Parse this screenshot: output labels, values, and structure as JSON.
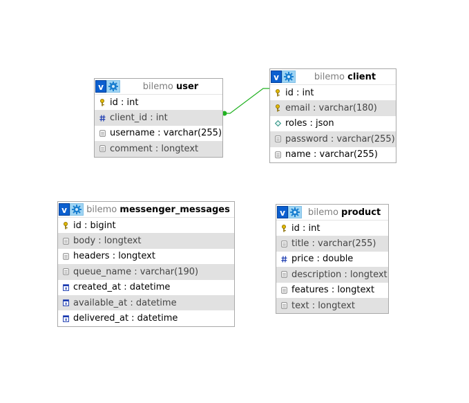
{
  "colors": {
    "link": "#22b222",
    "header_v": "#0b5fcf",
    "header_gear": "#9fd4f3",
    "alt_row": "#e1e1e1"
  },
  "header_v_label": "v",
  "tables": {
    "user": {
      "db": "bilemo",
      "name": "user",
      "rows": [
        {
          "text": "id : int",
          "icon": "key-icon"
        },
        {
          "text": "client_id : int",
          "icon": "hash-icon"
        },
        {
          "text": "username : varchar(255)",
          "icon": "column-icon"
        },
        {
          "text": "comment : longtext",
          "icon": "column-icon"
        }
      ]
    },
    "client": {
      "db": "bilemo",
      "name": "client",
      "rows": [
        {
          "text": "id : int",
          "icon": "key-icon"
        },
        {
          "text": "email : varchar(180)",
          "icon": "key-icon"
        },
        {
          "text": "roles : json",
          "icon": "diamond-icon"
        },
        {
          "text": "password : varchar(255)",
          "icon": "column-icon"
        },
        {
          "text": "name : varchar(255)",
          "icon": "column-icon"
        }
      ]
    },
    "messenger_messages": {
      "db": "bilemo",
      "name": "messenger_messages",
      "rows": [
        {
          "text": "id : bigint",
          "icon": "key-icon"
        },
        {
          "text": "body : longtext",
          "icon": "column-icon"
        },
        {
          "text": "headers : longtext",
          "icon": "column-icon"
        },
        {
          "text": "queue_name : varchar(190)",
          "icon": "column-icon"
        },
        {
          "text": "created_at : datetime",
          "icon": "calendar-icon"
        },
        {
          "text": "available_at : datetime",
          "icon": "calendar-icon"
        },
        {
          "text": "delivered_at : datetime",
          "icon": "calendar-icon"
        }
      ]
    },
    "product": {
      "db": "bilemo",
      "name": "product",
      "rows": [
        {
          "text": "id : int",
          "icon": "key-icon"
        },
        {
          "text": "title : varchar(255)",
          "icon": "column-icon"
        },
        {
          "text": "price : double",
          "icon": "hash-icon"
        },
        {
          "text": "description : longtext",
          "icon": "column-icon"
        },
        {
          "text": "features : longtext",
          "icon": "column-icon"
        },
        {
          "text": "text : longtext",
          "icon": "column-icon"
        }
      ]
    }
  }
}
